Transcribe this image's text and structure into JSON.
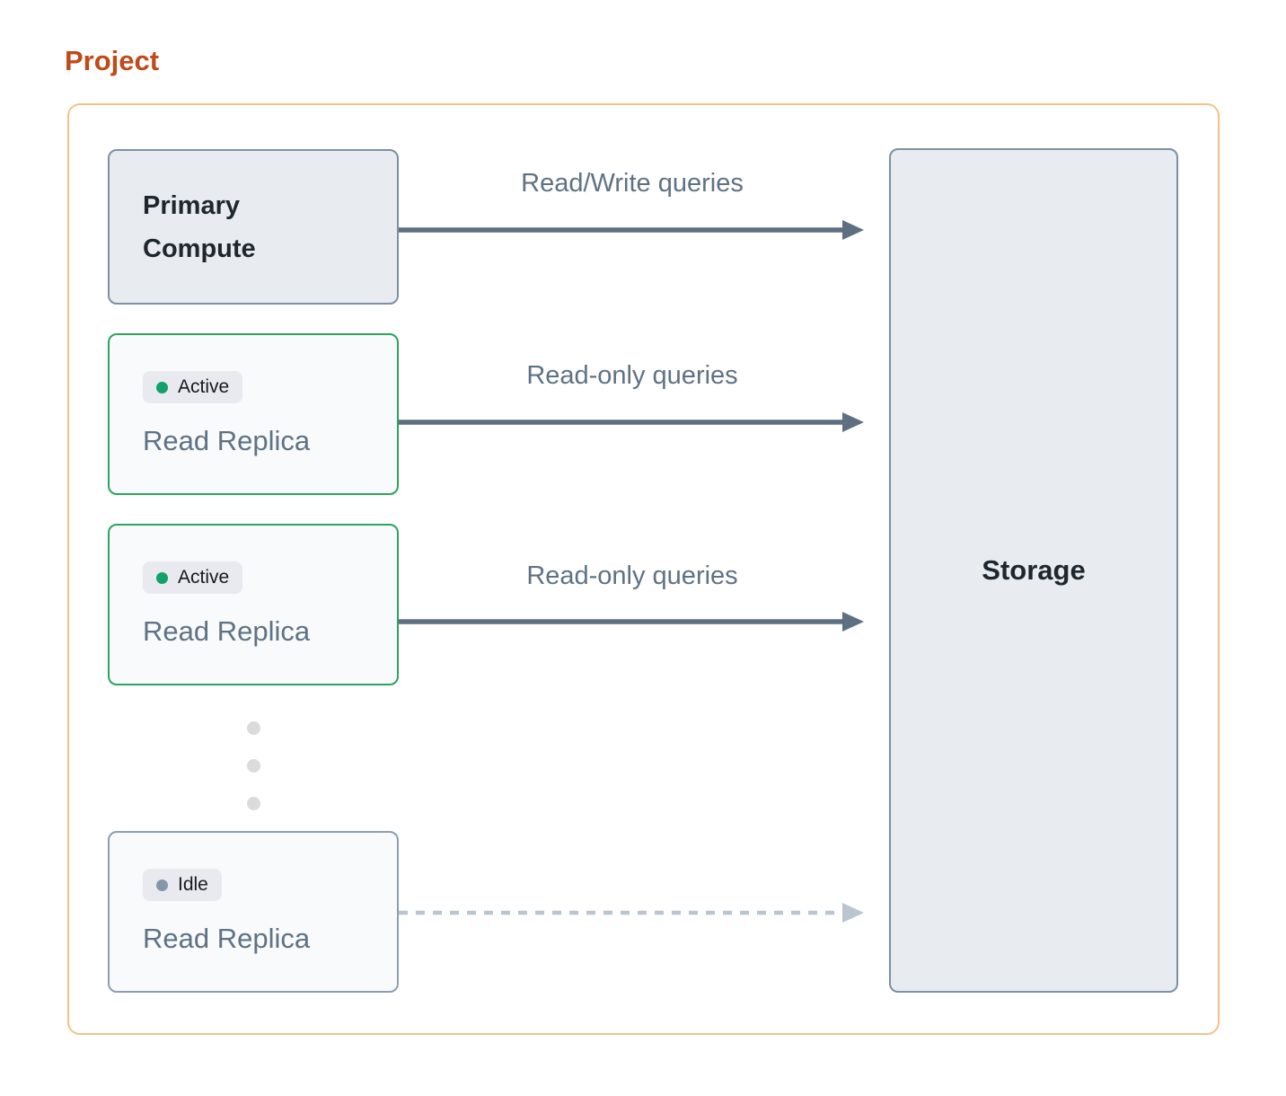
{
  "title": "Project",
  "colors": {
    "title": "#bf4a1a",
    "container_border": "#f5c189",
    "node_border": "#7d90a5",
    "node_bg": "#e8ebf0",
    "replica_bg": "#f8fafb",
    "active_border": "#2ba55c",
    "idle_border": "#8d9eb2",
    "arrow": "#5d6f80",
    "dashed_arrow": "#bac5d1",
    "label_text": "#5f7284",
    "dark_text": "#1e262e",
    "badge_bg": "#e9eaef",
    "badge_text": "#16191d",
    "active_dot": "#10a268",
    "idle_dot": "#8496a8",
    "ellipsis_dot": "#dbdbdb"
  },
  "diagram": {
    "primary": {
      "label": "Primary Compute"
    },
    "storage": {
      "label": "Storage"
    },
    "replicas": [
      {
        "status": "Active",
        "label": "Read Replica",
        "state": "active"
      },
      {
        "status": "Active",
        "label": "Read Replica",
        "state": "active"
      },
      {
        "status": "Idle",
        "label": "Read Replica",
        "state": "idle"
      }
    ],
    "connections": [
      {
        "label": "Read/Write queries",
        "from": "Primary Compute",
        "to": "Storage",
        "style": "solid"
      },
      {
        "label": "Read-only queries",
        "from": "Read Replica (Active)",
        "to": "Storage",
        "style": "solid"
      },
      {
        "label": "Read-only queries",
        "from": "Read Replica (Active)",
        "to": "Storage",
        "style": "solid"
      },
      {
        "label": "",
        "from": "Read Replica (Idle)",
        "to": "Storage",
        "style": "dashed"
      }
    ]
  }
}
